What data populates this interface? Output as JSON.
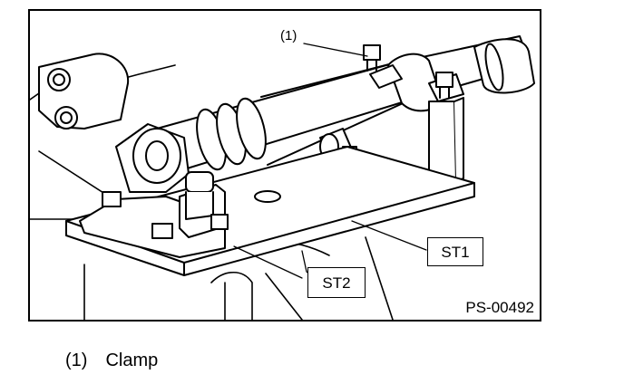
{
  "figure": {
    "callout_number": "(1)",
    "labels": {
      "st1": "ST1",
      "st2": "ST2"
    },
    "figure_id": "PS-00492"
  },
  "legend": [
    {
      "number": "(1)",
      "text": "Clamp"
    }
  ]
}
